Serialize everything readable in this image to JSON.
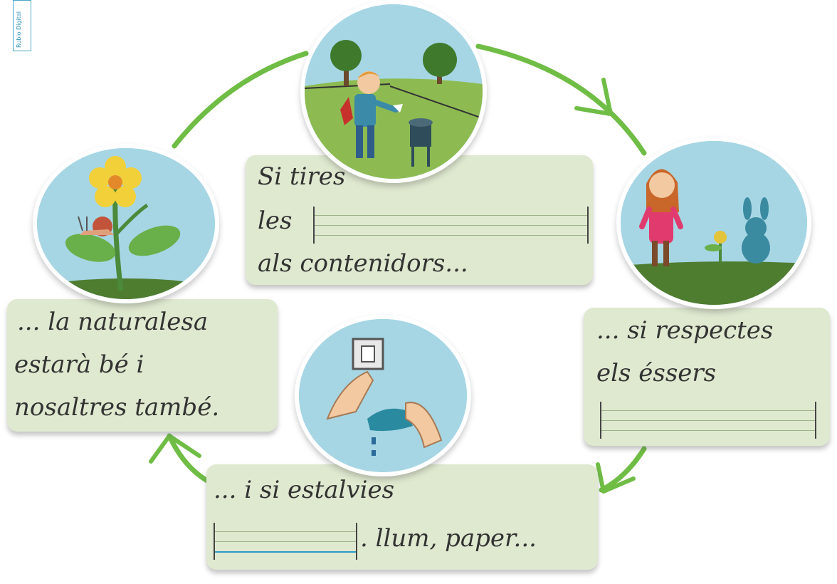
{
  "side_tag": "Rubio Digital",
  "cards": {
    "top": {
      "line1": "Si tires",
      "line2": "les",
      "line3": "als contenidors..."
    },
    "left": {
      "line1": "... la naturalesa",
      "line2": "estarà bé i",
      "line3": "nosaltres també."
    },
    "right": {
      "line1": "... si respectes",
      "line2": "els éssers"
    },
    "bottom": {
      "line1": "... i si estalvies",
      "line2": ". llum, paper..."
    }
  },
  "colors": {
    "card": "#dfe9cf",
    "arrow": "#6fbd45",
    "sky": "#9fd1e0",
    "grass": "#7aa84a"
  }
}
